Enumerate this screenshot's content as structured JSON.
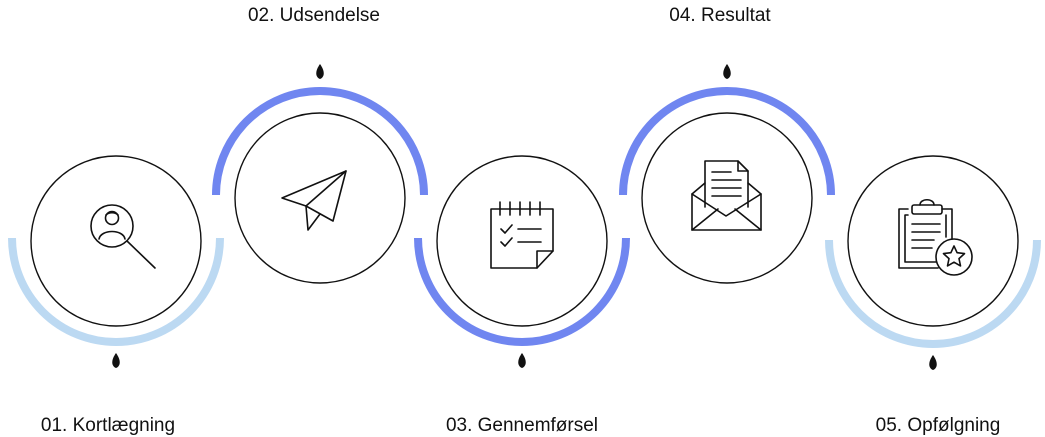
{
  "colors": {
    "arc_light": "#bcd9f2",
    "arc_strong": "#7086f0",
    "stroke": "#111111",
    "background": "#ffffff"
  },
  "steps": [
    {
      "label": "01. Kortlægning",
      "icon": "person-search-icon",
      "arc": "light",
      "arc_side": "bottom"
    },
    {
      "label": "02. Udsendelse",
      "icon": "paper-plane-icon",
      "arc": "strong",
      "arc_side": "top"
    },
    {
      "label": "03. Gennemførsel",
      "icon": "checklist-icon",
      "arc": "strong",
      "arc_side": "bottom"
    },
    {
      "label": "04. Resultat",
      "icon": "open-envelope-icon",
      "arc": "strong",
      "arc_side": "top"
    },
    {
      "label": "05. Opfølgning",
      "icon": "clipboard-star-icon",
      "arc": "light",
      "arc_side": "bottom"
    }
  ]
}
